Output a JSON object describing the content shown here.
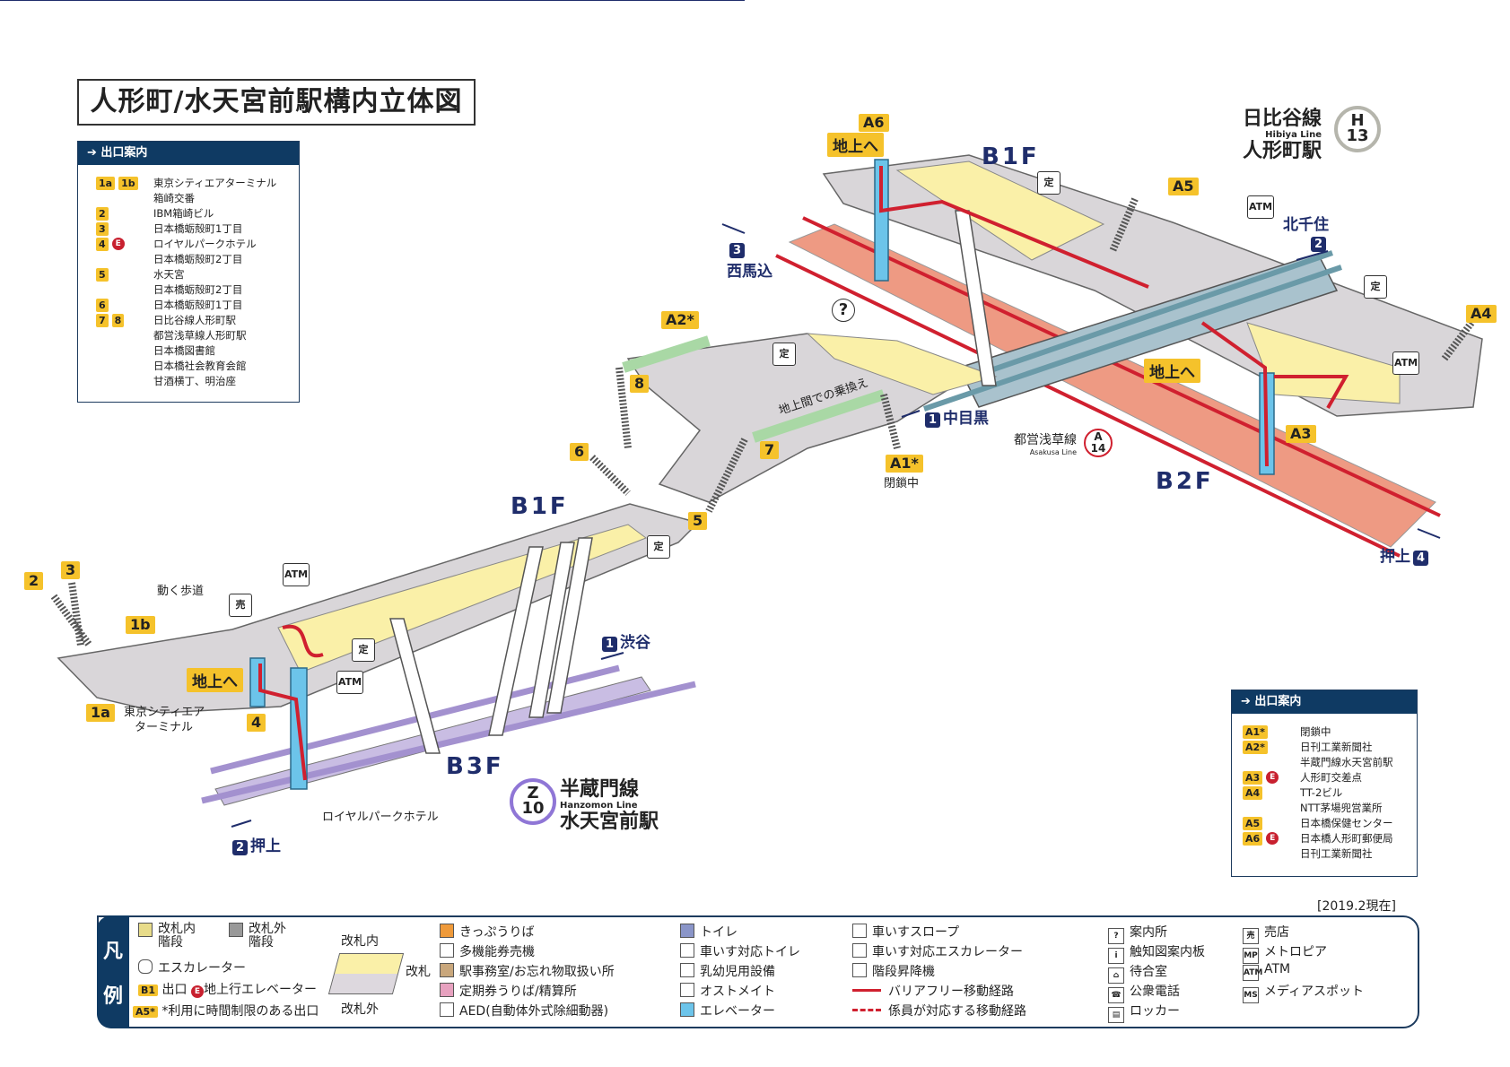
{
  "title": "人形町/水天宮前駅構内立体図",
  "date_note": "[2019.2現在]",
  "exit_guide_left": {
    "header": "出口案内",
    "rows": [
      {
        "badges": [
          "1a",
          "1b"
        ],
        "elevator": false,
        "lines": [
          "東京シティエアターミナル",
          "箱崎交番"
        ]
      },
      {
        "badges": [
          "2"
        ],
        "elevator": false,
        "lines": [
          "IBM箱崎ビル"
        ]
      },
      {
        "badges": [
          "3"
        ],
        "elevator": false,
        "lines": [
          "日本橋蛎殻町1丁目"
        ]
      },
      {
        "badges": [
          "4"
        ],
        "elevator": true,
        "lines": [
          "ロイヤルパークホテル",
          "日本橋蛎殻町2丁目"
        ]
      },
      {
        "badges": [
          "5"
        ],
        "elevator": false,
        "lines": [
          "水天宮",
          "日本橋蛎殻町2丁目"
        ]
      },
      {
        "badges": [
          "6"
        ],
        "elevator": false,
        "lines": [
          "日本橋蛎殻町1丁目"
        ]
      },
      {
        "badges": [
          "7",
          "8"
        ],
        "elevator": false,
        "lines": [
          "日比谷線人形町駅",
          "都営浅草線人形町駅",
          "日本橋図書館",
          "日本橋社会教育会館",
          "甘酒横丁、明治座"
        ]
      }
    ]
  },
  "exit_guide_right": {
    "header": "出口案内",
    "rows": [
      {
        "badges": [
          "A1*"
        ],
        "elevator": false,
        "lines": [
          "閉鎖中"
        ]
      },
      {
        "badges": [
          "A2*"
        ],
        "elevator": false,
        "lines": [
          "日刊工業新聞社",
          "半蔵門線水天宮前駅"
        ]
      },
      {
        "badges": [
          "A3"
        ],
        "elevator": true,
        "lines": [
          "人形町交差点"
        ]
      },
      {
        "badges": [
          "A4"
        ],
        "elevator": false,
        "lines": [
          "TT-2ビル",
          "NTT茅場兜営業所"
        ]
      },
      {
        "badges": [
          "A5"
        ],
        "elevator": false,
        "lines": [
          "日本橋保健センター"
        ]
      },
      {
        "badges": [
          "A6"
        ],
        "elevator": true,
        "lines": [
          "日本橋人形町郵便局",
          "日刊工業新聞社"
        ]
      }
    ]
  },
  "elevator_mark": "E",
  "stations": {
    "hibiya": {
      "line": "日比谷線",
      "line_en": "Hibiya Line",
      "station": "人形町駅",
      "code_letter": "H",
      "code_num": "13",
      "color": "#b5b5ac"
    },
    "hanzomon": {
      "line": "半蔵門線",
      "line_en": "Hanzomon Line",
      "station": "水天宮前駅",
      "code_letter": "Z",
      "code_num": "10",
      "color": "#8f76d6"
    },
    "asakusa": {
      "line": "都営浅草線",
      "line_en": "Asakusa Line",
      "code_letter": "A",
      "code_num": "14",
      "color": "#e85298"
    }
  },
  "floors": {
    "b1f_upper": "B1F",
    "b1f_lower": "B1F",
    "b2f": "B2F",
    "b3f": "B3F"
  },
  "exits_on_map": {
    "a6": "A6",
    "a5": "A5",
    "a4": "A4",
    "a3": "A3",
    "a2": "A2*",
    "a1": "A1*",
    "a1_note": "閉鎖中",
    "e1a": "1a",
    "e1b": "1b",
    "e2": "2",
    "e3": "3",
    "e4": "4",
    "e5": "5",
    "e6": "6",
    "e7": "7",
    "e8": "8"
  },
  "to_ground": "地上へ",
  "directions": {
    "nishimagome": {
      "num": "3",
      "name": "西馬込"
    },
    "kitasenju": {
      "num": "2",
      "name": "北千住"
    },
    "nakameguro": {
      "num": "1",
      "name": "中目黒"
    },
    "oshiage_asakusa": {
      "num": "4",
      "name": "押上"
    },
    "shibuya": {
      "num": "1",
      "name": "渋谷"
    },
    "oshiage_hanzomon": {
      "num": "2",
      "name": "押上"
    }
  },
  "map_labels": {
    "moving_walkway": "動く歩道",
    "tcat_1": "東京シティエア",
    "tcat_2": "ターミナル",
    "royal_park": "ロイヤルパークホテル",
    "transfer_above_ground": "地上間での乗換え"
  },
  "pictograms": {
    "atm": "ATM",
    "info": "?",
    "teiki": "定",
    "shop": "売"
  },
  "legend": {
    "title_1": "凡",
    "title_2": "例",
    "stairs_inside": "改札内\n階段",
    "stairs_outside": "改札外\n階段",
    "escalator": "エスカレーター",
    "exit_badge": "B1",
    "exit_label": "出口",
    "elevator_to_ground": "地上行エレベーター",
    "limited_badge": "A5*",
    "limited_label": "*利用に時間制限のある出口",
    "gate_inside": "改札内",
    "gate": "改札",
    "gate_outside": "改札外",
    "col3": [
      "きっぷうりば",
      "多機能券売機",
      "駅事務室/お忘れ物取扱い所",
      "定期券うりば/精算所",
      "AED(自動体外式除細動器)"
    ],
    "col4": [
      "トイレ",
      "車いす対応トイレ",
      "乳幼児用設備",
      "オストメイト",
      "エレベーター"
    ],
    "col5": [
      "車いすスロープ",
      "車いす対応エスカレーター",
      "階段昇降機",
      "バリアフリー移動経路",
      "係員が対応する移動経路"
    ],
    "col6": [
      "案内所",
      "触知図案内板",
      "待合室",
      "公衆電話",
      "ロッカー"
    ],
    "col7": [
      "売店",
      "メトロピア",
      "ATM",
      "メディアスポット"
    ],
    "col7_icons": [
      "売",
      "MP",
      "ATM",
      "MS"
    ],
    "col6_icons": [
      "?",
      "i",
      "⌂",
      "☎",
      "▤"
    ]
  },
  "colors": {
    "exit_yellow": "#f5c22b",
    "navy": "#0f3a63",
    "barrier_free_red": "#d0202f",
    "asakusa_platform": "#ee9a83",
    "hanzomon_platform": "#c9bde3",
    "hibiya_platform": "#a9c2cd"
  }
}
